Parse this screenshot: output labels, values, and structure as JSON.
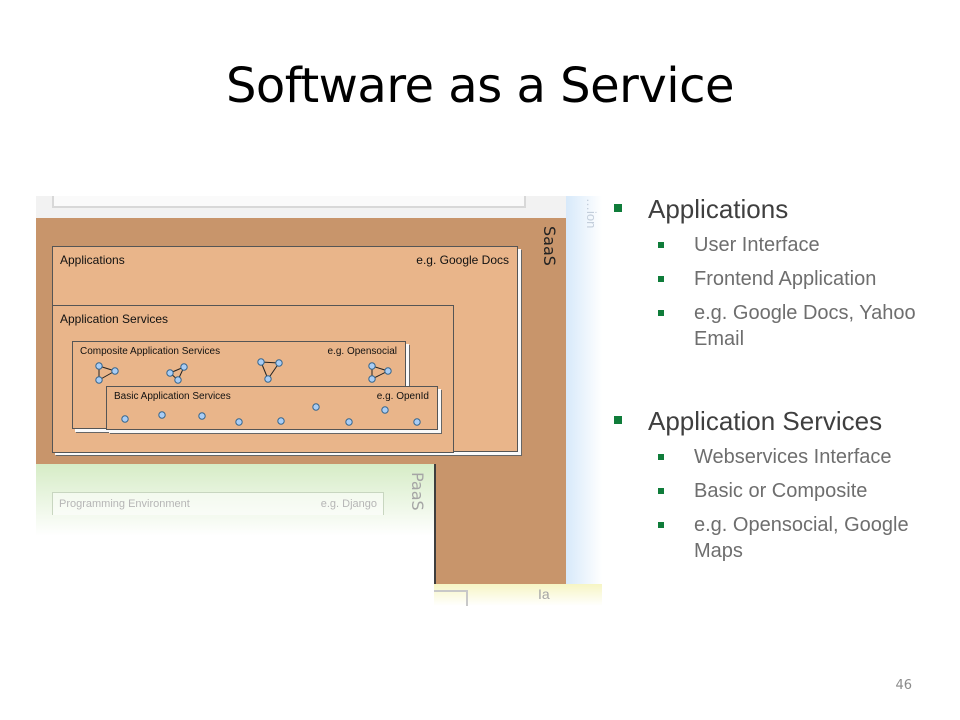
{
  "title": "Software as a Service",
  "slide_number": "46",
  "diagram": {
    "saas_label": "SaaS",
    "paas_label": "PaaS",
    "iaas_label": "Ia",
    "cropped_blue_label": "…ion",
    "applications": {
      "label": "Applications",
      "example": "e.g. Google Docs"
    },
    "application_services": {
      "label": "Application Services"
    },
    "composite_services": {
      "label": "Composite Application Services",
      "example": "e.g. Opensocial"
    },
    "basic_services": {
      "label": "Basic Application Services",
      "example": "e.g. OpenId"
    },
    "programming_environment": {
      "label": "Programming Environment",
      "example": "e.g. Django"
    },
    "colors": {
      "saas_bg": "#c8956b",
      "box_bg": "#e9b58a",
      "node_fill": "#a9cdf5",
      "node_stroke": "#35668f",
      "paas_bg": "#d6ecc6",
      "iaas_bg": "#f6f5c4"
    }
  },
  "bullets": {
    "colors": {
      "marker": "#0f7c3a"
    },
    "sections": [
      {
        "heading": "Applications",
        "items": [
          "User Interface",
          "Frontend Application",
          "e.g. Google Docs, Yahoo Email"
        ]
      },
      {
        "heading": "Application Services",
        "items": [
          "Webservices Interface",
          "Basic or Composite",
          "e.g. Opensocial, Google Maps"
        ]
      }
    ]
  }
}
